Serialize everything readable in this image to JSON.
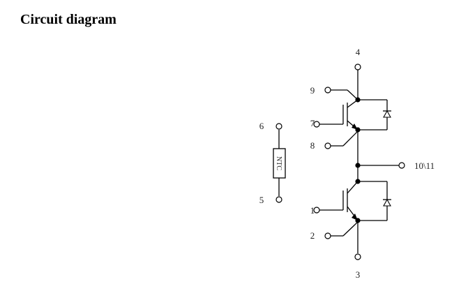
{
  "page": {
    "title": "Circuit diagram"
  },
  "pins": {
    "p1": "1",
    "p2": "2",
    "p3": "3",
    "p4": "4",
    "p5": "5",
    "p6": "6",
    "p7": "7",
    "p8": "8",
    "p9": "9",
    "p10": "10\\11"
  },
  "ntc": {
    "label": "NTC"
  }
}
